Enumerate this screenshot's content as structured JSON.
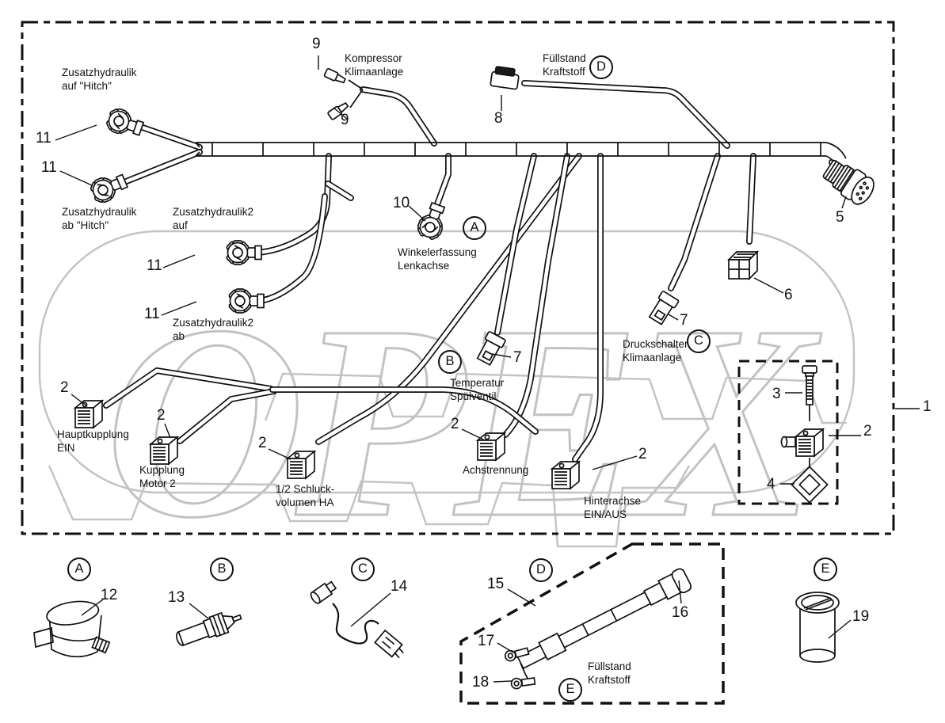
{
  "page": {
    "type": "wiring-harness-parts-diagram"
  },
  "colors": {
    "line": "#111111",
    "watermark": "#c4c4c4",
    "background": "#ffffff"
  },
  "watermark": {
    "text": "OPEX"
  },
  "labels": {
    "zh_auf_hitch": "Zusatzhydraulik\nauf \"Hitch\"",
    "zh_ab_hitch": "Zusatzhydraulik\nab \"Hitch\"",
    "zh2_auf": "Zusatzhydraulik2\nauf",
    "zh2_ab": "Zusatzhydraulik2\nab",
    "kompressor": "Kompressor\nKlimaanlage",
    "fuellstand_top": "Füllstand\nKraftstoff",
    "winkelerfassung": "Winkelerfassung\nLenkachse",
    "druckschalter": "Druckschalter\nKlimaanlage",
    "temperatur": "Temperatur\nSpülventil",
    "hauptkupplung": "Hauptkupplung\nEIN",
    "kupplung_motor2": "Kupplung\nMotor 2",
    "schluckvolumen": "1/2 Schluck-\nvolumen HA",
    "achstrennung": "Achstrennung",
    "hinterachse": "Hinterachse\nEIN/AUS",
    "fuellstand_bottom": "Füllstand\nKraftstoff"
  },
  "numbers": {
    "n1": "1",
    "n2": "2",
    "n3": "3",
    "n4": "4",
    "n5": "5",
    "n6": "6",
    "n7": "7",
    "n8": "8",
    "n9": "9",
    "n10": "10",
    "n11": "11",
    "n12": "12",
    "n13": "13",
    "n14": "14",
    "n15": "15",
    "n16": "16",
    "n17": "17",
    "n18": "18",
    "n19": "19"
  },
  "letters": {
    "a": "A",
    "b": "B",
    "c": "C",
    "d": "D",
    "e": "E"
  }
}
